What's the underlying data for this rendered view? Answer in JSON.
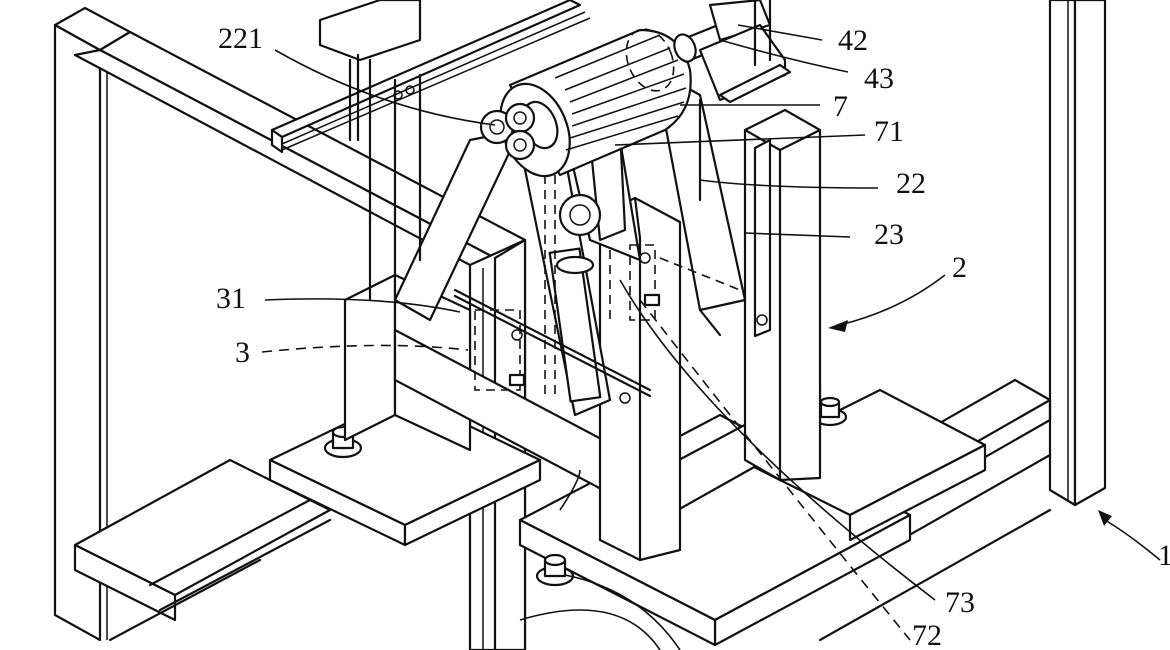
{
  "figure": {
    "type": "patent-isometric-line-drawing",
    "ink_color": "#111111",
    "paper_color": "#ffffff"
  },
  "labels": {
    "l221": "221",
    "l42": "42",
    "l43": "43",
    "l7": "7",
    "l71": "71",
    "l22": "22",
    "l23": "23",
    "l2": "2",
    "l31": "31",
    "l3": "3",
    "l73": "73",
    "l72": "72",
    "l1": "1"
  }
}
